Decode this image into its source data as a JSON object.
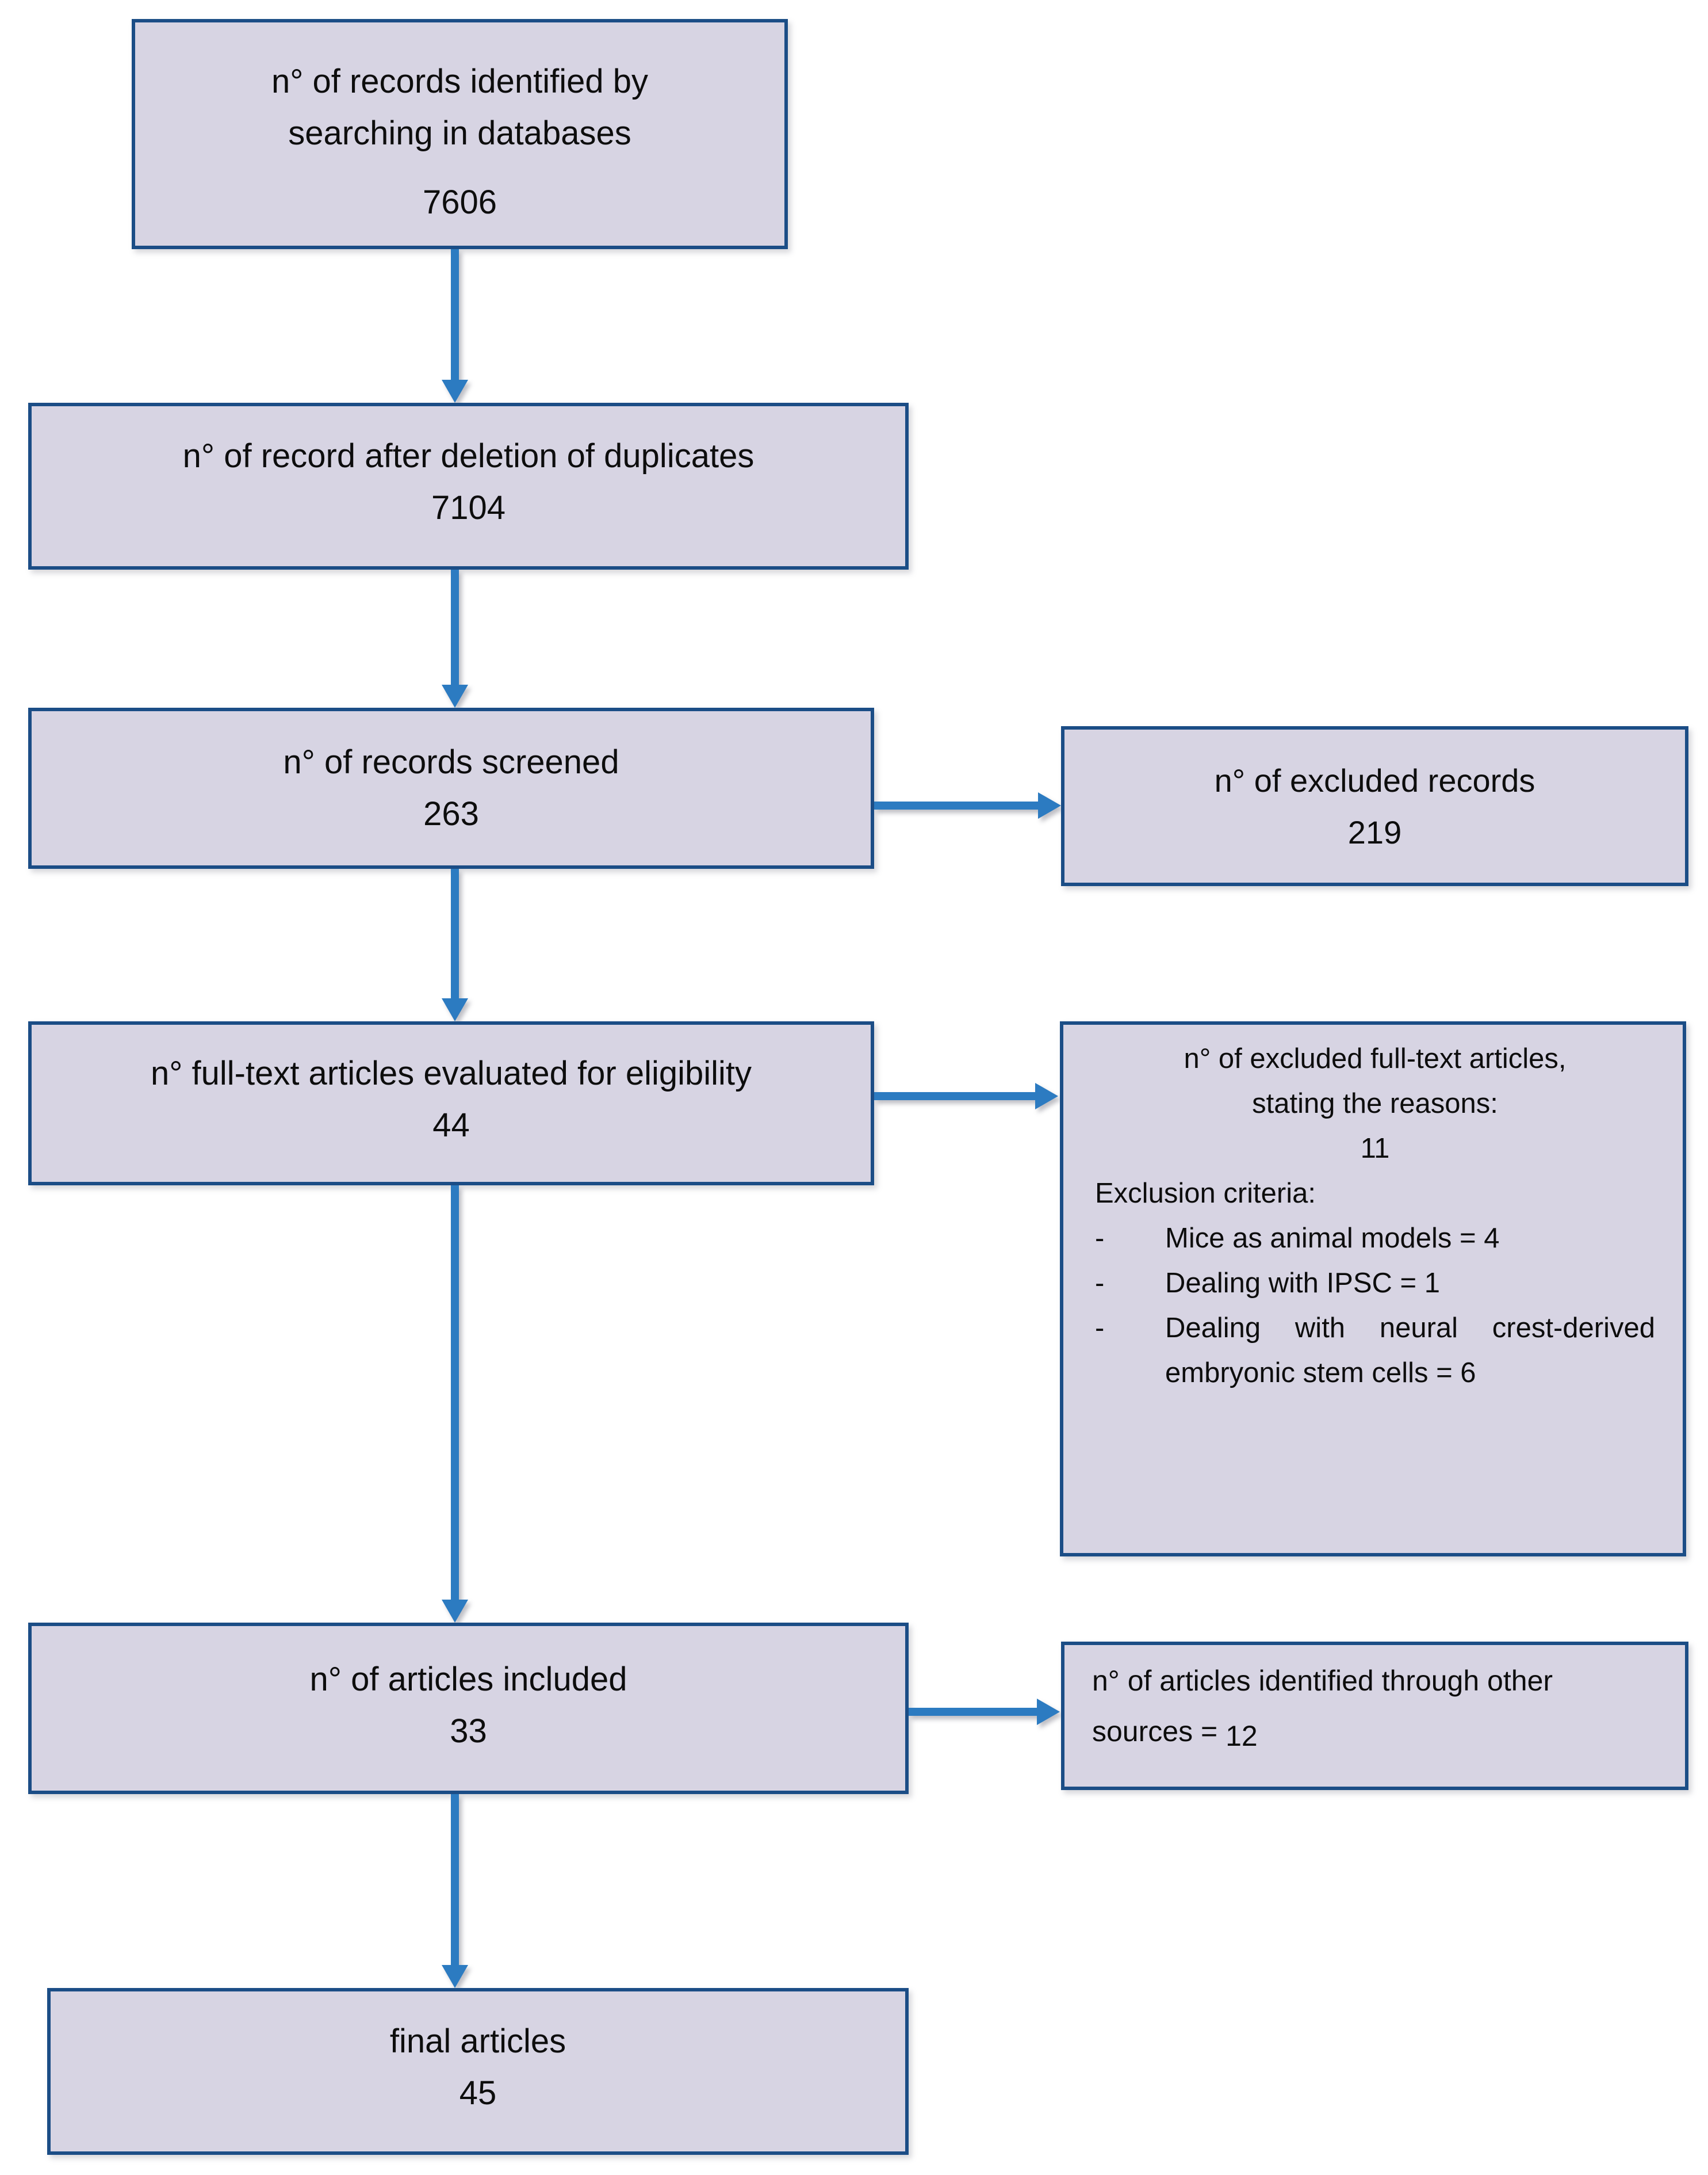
{
  "style": {
    "box_fill": "#d7d4e3",
    "box_border": "#1b4d86",
    "arrow_color": "#2c7bc1",
    "text_color": "#0d0d0d",
    "background": "#ffffff"
  },
  "boxes": {
    "identified": {
      "line1": "n° of records identified by",
      "line2": "searching in databases",
      "value": "7606"
    },
    "deduplicated": {
      "title": "n° of record after deletion of duplicates",
      "value": "7104"
    },
    "screened": {
      "title": "n° of records screened",
      "value": "263"
    },
    "excluded_records": {
      "title": "n° of excluded records",
      "value": "219"
    },
    "fulltext": {
      "title": "n° full-text articles evaluated for eligibility",
      "value": "44"
    },
    "excluded_fulltext": {
      "line1": "n° of excluded full-text articles,",
      "line2": "stating the reasons:",
      "value": "11",
      "criteria_heading": "Exclusion criteria:",
      "bullet_marker": "-",
      "bullets": [
        "Mice as animal models = 4",
        "Dealing with IPSC = 1",
        "Dealing with neural crest-derived embryonic stem cells = 6"
      ]
    },
    "included": {
      "title": "n° of articles included",
      "value": "33"
    },
    "other_sources": {
      "line1": "n° of articles identified through other",
      "line2_prefix": "sources = ",
      "value": "12"
    },
    "final": {
      "title": "final articles",
      "value": "45"
    }
  }
}
